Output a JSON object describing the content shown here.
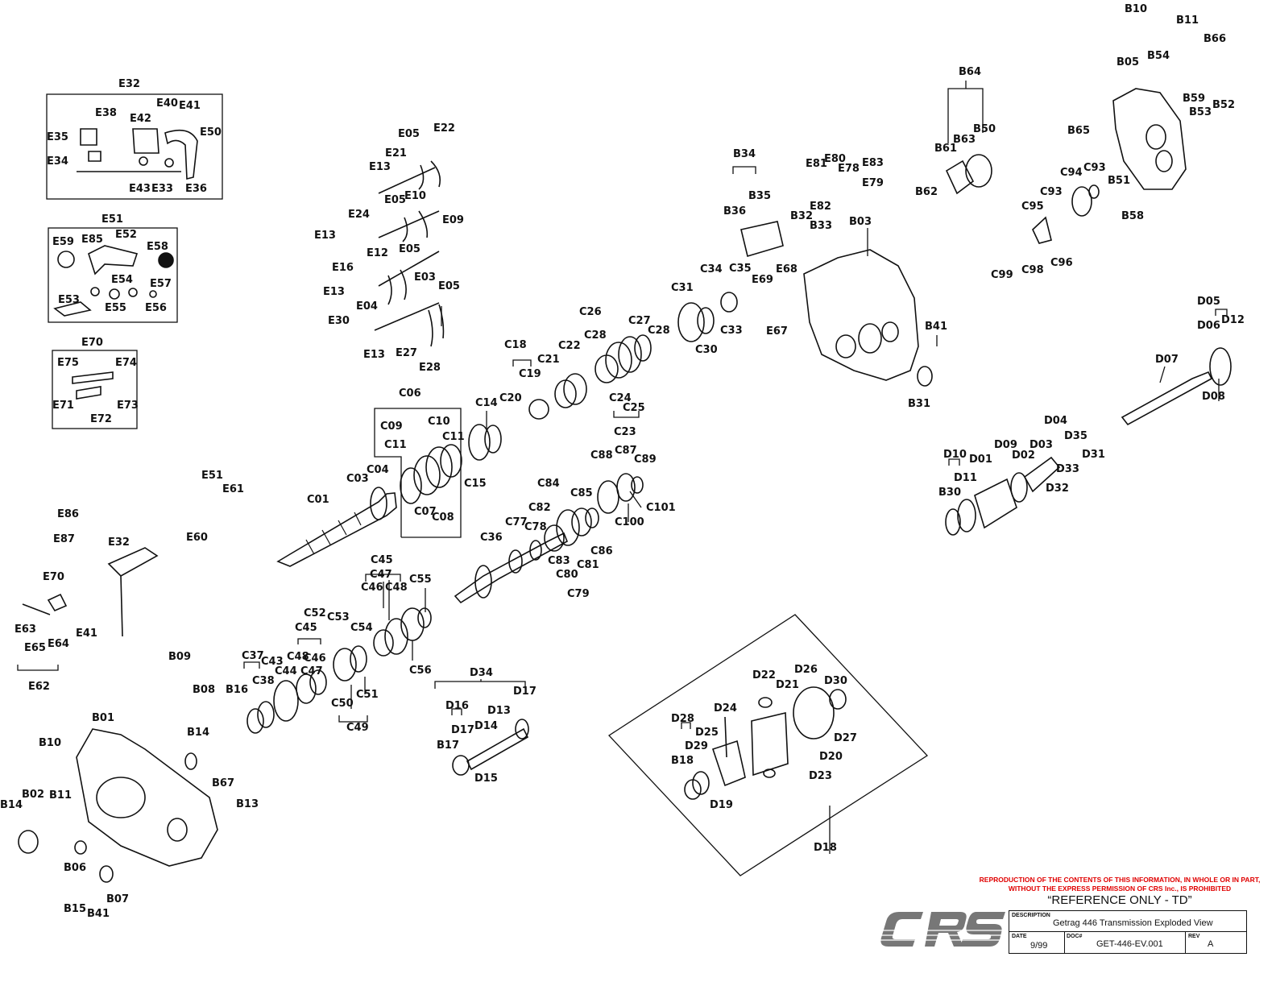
{
  "warning": "REPRODUCTION OF THE CONTENTS OF THIS INFORMATION, IN WHOLE OR IN PART, WITHOUT THE EXPRESS PERMISSION OF CRS Inc., IS PROHIBITED",
  "reference": "“REFERENCE ONLY - TD”",
  "logo_text": "CRS",
  "title_block": {
    "description_caption": "DESCRIPTION",
    "description": "Getrag 446 Transmission Exploded View",
    "date_caption": "DATE",
    "date": "9/99",
    "doc_caption": "DOC#",
    "doc": "GET-446-EV.001",
    "rev_caption": "REV",
    "rev": "A"
  },
  "labels": [
    {
      "t": "E32"
    },
    {
      "t": "E38"
    },
    {
      "t": "E40"
    },
    {
      "t": "E41"
    },
    {
      "t": "E42"
    },
    {
      "t": "E35"
    },
    {
      "t": "E50"
    },
    {
      "t": "E34"
    },
    {
      "t": "E43"
    },
    {
      "t": "E33"
    },
    {
      "t": "E36"
    },
    {
      "t": "E51"
    },
    {
      "t": "E59"
    },
    {
      "t": "E85"
    },
    {
      "t": "E52"
    },
    {
      "t": "E58"
    },
    {
      "t": "E54"
    },
    {
      "t": "E57"
    },
    {
      "t": "E53"
    },
    {
      "t": "E55"
    },
    {
      "t": "E56"
    },
    {
      "t": "E70"
    },
    {
      "t": "E75"
    },
    {
      "t": "E74"
    },
    {
      "t": "E71"
    },
    {
      "t": "E73"
    },
    {
      "t": "E72"
    },
    {
      "t": "E05"
    },
    {
      "t": "E22"
    },
    {
      "t": "E21"
    },
    {
      "t": "E13"
    },
    {
      "t": "E05"
    },
    {
      "t": "E10"
    },
    {
      "t": "E24"
    },
    {
      "t": "E09"
    },
    {
      "t": "E13"
    },
    {
      "t": "E12"
    },
    {
      "t": "E05"
    },
    {
      "t": "E16"
    },
    {
      "t": "E03"
    },
    {
      "t": "E05"
    },
    {
      "t": "E13"
    },
    {
      "t": "E04"
    },
    {
      "t": "E30"
    },
    {
      "t": "E13"
    },
    {
      "t": "E27"
    },
    {
      "t": "E28"
    },
    {
      "t": "B34"
    },
    {
      "t": "B35"
    },
    {
      "t": "B36"
    },
    {
      "t": "E81"
    },
    {
      "t": "E80"
    },
    {
      "t": "E78"
    },
    {
      "t": "E83"
    },
    {
      "t": "E79"
    },
    {
      "t": "E82"
    },
    {
      "t": "B32"
    },
    {
      "t": "B33"
    },
    {
      "t": "B03"
    },
    {
      "t": "B41"
    },
    {
      "t": "B31"
    },
    {
      "t": "C34"
    },
    {
      "t": "C35"
    },
    {
      "t": "E68"
    },
    {
      "t": "E69"
    },
    {
      "t": "C31"
    },
    {
      "t": "C33"
    },
    {
      "t": "C30"
    },
    {
      "t": "E67"
    },
    {
      "t": "C26"
    },
    {
      "t": "C27"
    },
    {
      "t": "C28"
    },
    {
      "t": "C28"
    },
    {
      "t": "C24"
    },
    {
      "t": "C25"
    },
    {
      "t": "C23"
    },
    {
      "t": "C18"
    },
    {
      "t": "C19"
    },
    {
      "t": "C21"
    },
    {
      "t": "C22"
    },
    {
      "t": "C20"
    },
    {
      "t": "C14"
    },
    {
      "t": "C15"
    },
    {
      "t": "C06"
    },
    {
      "t": "C09"
    },
    {
      "t": "C10"
    },
    {
      "t": "C11"
    },
    {
      "t": "C11"
    },
    {
      "t": "C04"
    },
    {
      "t": "C03"
    },
    {
      "t": "C01"
    },
    {
      "t": "C07"
    },
    {
      "t": "C08"
    },
    {
      "t": "C88"
    },
    {
      "t": "C87"
    },
    {
      "t": "C89"
    },
    {
      "t": "C101"
    },
    {
      "t": "C100"
    },
    {
      "t": "C84"
    },
    {
      "t": "C85"
    },
    {
      "t": "C82"
    },
    {
      "t": "C77"
    },
    {
      "t": "C78"
    },
    {
      "t": "C36"
    },
    {
      "t": "C83"
    },
    {
      "t": "C80"
    },
    {
      "t": "C81"
    },
    {
      "t": "C86"
    },
    {
      "t": "C79"
    },
    {
      "t": "C45"
    },
    {
      "t": "C47"
    },
    {
      "t": "C46"
    },
    {
      "t": "C48"
    },
    {
      "t": "C55"
    },
    {
      "t": "C56"
    },
    {
      "t": "C52"
    },
    {
      "t": "C53"
    },
    {
      "t": "C54"
    },
    {
      "t": "C45"
    },
    {
      "t": "C37"
    },
    {
      "t": "C43"
    },
    {
      "t": "C48"
    },
    {
      "t": "C46"
    },
    {
      "t": "C44"
    },
    {
      "t": "C47"
    },
    {
      "t": "C38"
    },
    {
      "t": "C50"
    },
    {
      "t": "C51"
    },
    {
      "t": "C49"
    },
    {
      "t": "E51"
    },
    {
      "t": "E61"
    },
    {
      "t": "E60"
    },
    {
      "t": "E86"
    },
    {
      "t": "E87"
    },
    {
      "t": "E32"
    },
    {
      "t": "E70"
    },
    {
      "t": "E41"
    },
    {
      "t": "E63"
    },
    {
      "t": "E65"
    },
    {
      "t": "E64"
    },
    {
      "t": "E62"
    },
    {
      "t": "B09"
    },
    {
      "t": "B08"
    },
    {
      "t": "B16"
    },
    {
      "t": "B01"
    },
    {
      "t": "B14"
    },
    {
      "t": "B10"
    },
    {
      "t": "B67"
    },
    {
      "t": "B14"
    },
    {
      "t": "B02"
    },
    {
      "t": "B11"
    },
    {
      "t": "B13"
    },
    {
      "t": "B06"
    },
    {
      "t": "B07"
    },
    {
      "t": "B15"
    },
    {
      "t": "B41"
    },
    {
      "t": "D34"
    },
    {
      "t": "D17"
    },
    {
      "t": "D16"
    },
    {
      "t": "D17"
    },
    {
      "t": "D13"
    },
    {
      "t": "D14"
    },
    {
      "t": "B17"
    },
    {
      "t": "D15"
    },
    {
      "t": "D22"
    },
    {
      "t": "D26"
    },
    {
      "t": "D30"
    },
    {
      "t": "D21"
    },
    {
      "t": "D24"
    },
    {
      "t": "D28"
    },
    {
      "t": "D25"
    },
    {
      "t": "D29"
    },
    {
      "t": "B18"
    },
    {
      "t": "D27"
    },
    {
      "t": "D20"
    },
    {
      "t": "D23"
    },
    {
      "t": "D19"
    },
    {
      "t": "D18"
    },
    {
      "t": "B10"
    },
    {
      "t": "B11"
    },
    {
      "t": "B66"
    },
    {
      "t": "B05"
    },
    {
      "t": "B54"
    },
    {
      "t": "B64"
    },
    {
      "t": "B59"
    },
    {
      "t": "B53"
    },
    {
      "t": "B52"
    },
    {
      "t": "B50"
    },
    {
      "t": "B63"
    },
    {
      "t": "B65"
    },
    {
      "t": "B61"
    },
    {
      "t": "C94"
    },
    {
      "t": "C93"
    },
    {
      "t": "B51"
    },
    {
      "t": "B62"
    },
    {
      "t": "C95"
    },
    {
      "t": "C93"
    },
    {
      "t": "B58"
    },
    {
      "t": "C96"
    },
    {
      "t": "C98"
    },
    {
      "t": "C99"
    },
    {
      "t": "D05"
    },
    {
      "t": "D06"
    },
    {
      "t": "D12"
    },
    {
      "t": "D07"
    },
    {
      "t": "D08"
    },
    {
      "t": "D04"
    },
    {
      "t": "D35"
    },
    {
      "t": "D09"
    },
    {
      "t": "D02"
    },
    {
      "t": "D03"
    },
    {
      "t": "D31"
    },
    {
      "t": "D10"
    },
    {
      "t": "D01"
    },
    {
      "t": "D33"
    },
    {
      "t": "D11"
    },
    {
      "t": "D32"
    },
    {
      "t": "B30"
    }
  ]
}
